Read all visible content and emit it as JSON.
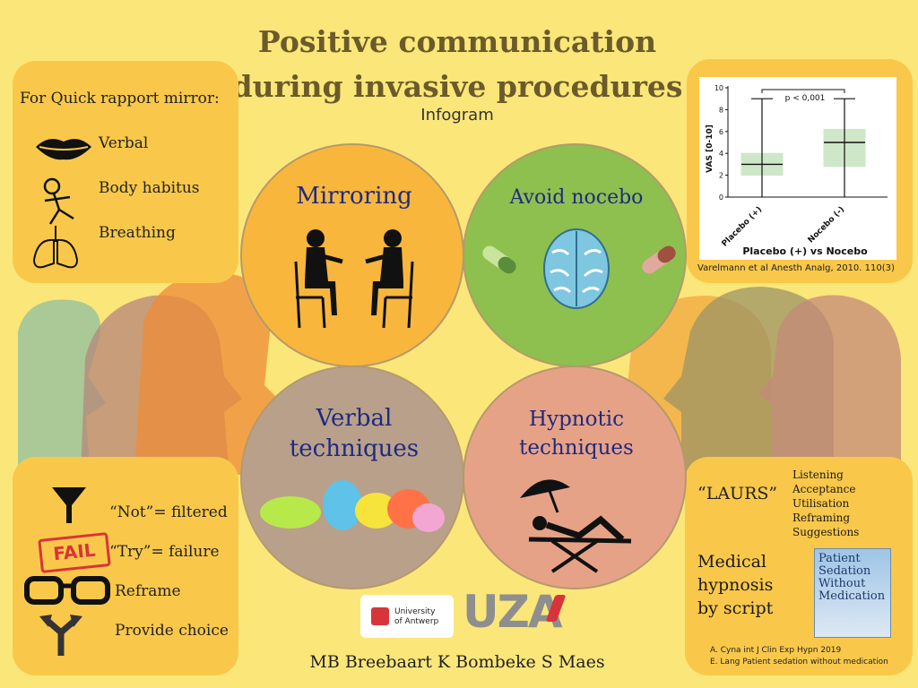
{
  "title_line1": "Positive communication",
  "title_line2": "during invasive procedures",
  "subtitle": "Infogram",
  "authors": "MB Breebaart K Bombeke S Maes",
  "mirror_panel": {
    "heading": "For Quick rapport mirror:",
    "items": [
      "Verbal",
      "Body habitus",
      "Breathing"
    ]
  },
  "words_panel": {
    "items": [
      "“Not”= filtered",
      "“Try”= failure",
      "Reframe",
      "Provide choice"
    ],
    "fail_stamp": "FAIL"
  },
  "circles": {
    "mirroring": "Mirroring",
    "avoid_nocebo": "Avoid nocebo",
    "verbal_line1": "Verbal",
    "verbal_line2": "techniques",
    "hypnotic_line1": "Hypnotic",
    "hypnotic_line2": "techniques"
  },
  "chart_panel": {
    "citation": "Varelmann et al Anesth Analg, 2010. 110(3)"
  },
  "chart_data": {
    "type": "box",
    "title": "Placebo (+) vs Nocebo",
    "ylabel": "VAS [0-10]",
    "ylim": [
      0,
      10
    ],
    "yticks": [
      0,
      2,
      4,
      6,
      8,
      10
    ],
    "annotation": "p < 0,001",
    "categories": [
      "Placebo (+)",
      "Nocebo (-)"
    ],
    "boxes": [
      {
        "min": 0,
        "q1": 2,
        "median": 3,
        "q3": 4,
        "max": 9
      },
      {
        "min": 0,
        "q1": 2.8,
        "median": 5,
        "q3": 6.2,
        "max": 9
      }
    ],
    "box_color": "#cfe7c9"
  },
  "laurs_panel": {
    "acronym": "“LAURS”",
    "words": [
      "Listening",
      "Acceptance",
      "Utilisation",
      "Reframing",
      "Suggestions"
    ],
    "script_line1": "Medical",
    "script_line2": "hypnosis",
    "script_line3": "by script",
    "book_title_1": "Patient",
    "book_title_2": "Sedation",
    "book_title_3": "Without",
    "book_title_4": "Medication",
    "refs": [
      "A. Cyna int J Clin Exp Hypn 2019",
      "E. Lang Patient sedation without medication"
    ]
  },
  "logos": {
    "ua_line1": "University",
    "ua_line2": "of Antwerp",
    "uza": "UZA"
  },
  "colors": {
    "background": "#fbe67a",
    "panel": "#f9c84a",
    "circle_mirroring": "#f8b63d",
    "circle_nocebo": "#8dc04e",
    "circle_verbal": "#b9a08a",
    "circle_hypnotic": "#e6a287",
    "label_blue": "#1f2a80",
    "uza_red": "#d8353a"
  }
}
